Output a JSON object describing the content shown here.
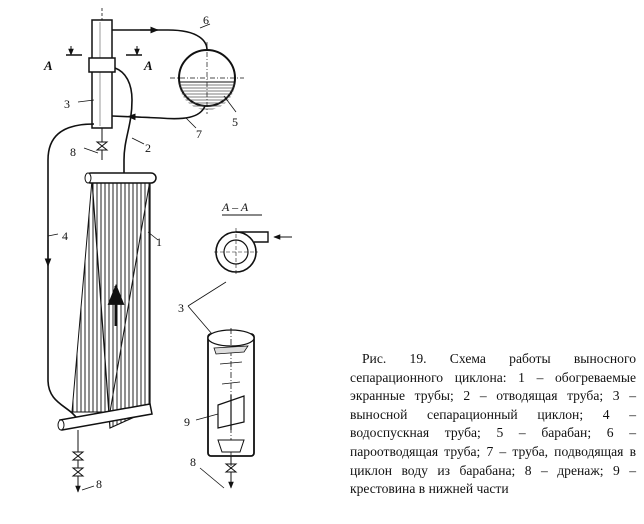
{
  "labels": {
    "screen_tubes": "1",
    "outlet_tube": "2",
    "cyclone": "3",
    "downcomer": "4",
    "drum": "5",
    "steam_pipe": "6",
    "water_pipe": "7",
    "drain": "8",
    "cross": "9"
  },
  "section": {
    "marker": "A",
    "title": "A – A"
  },
  "caption": "Рис. 19. Схема работы выносного сепарационного циклона: 1 – обогреваемые экранные трубы; 2 – отводящая труба; 3 – выносной сепарационный циклон; 4 – водоспускная труба; 5 – барабан; 6 – пароотводящая труба; 7 – труба, подводящая в циклон воду из барабана; 8 – дренаж; 9 – крестовина в нижней части"
}
